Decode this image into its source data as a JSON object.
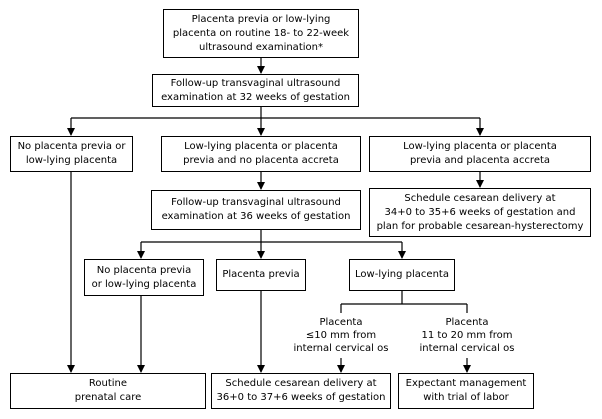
{
  "nodes": {
    "start": "Placenta previa or low-lying\nplacenta on routine 18- to 22-week\nultrasound examination*",
    "tvus32": "Follow-up transvaginal ultrasound\nexamination at 32 weeks of gestation",
    "no_previa_32": "No placenta previa or\nlow-lying placenta",
    "lowlying_no_accreta": "Low-lying placenta or placenta\nprevia and no placenta accreta",
    "lowlying_accreta": "Low-lying placenta or placenta\nprevia and placenta accreta",
    "tvus36": "Follow-up transvaginal ultrasound\nexamination at 36 weeks of gestation",
    "schedule_accreta": "Schedule cesarean delivery at\n34+0 to 35+6 weeks of gestation and\nplan for probable cesarean-hysterectomy",
    "no_previa_36": "No placenta previa\nor low-lying placenta",
    "previa_36": "Placenta previa",
    "lowlying_36": "Low-lying placenta",
    "routine": "Routine\nprenatal care",
    "schedule_previa": "Schedule cesarean delivery at\n36+0 to 37+6 weeks of gestation",
    "expectant": "Expectant management\nwith trial of labor"
  },
  "labels": {
    "le10": "Placenta\n≤10 mm from\ninternal cervical os",
    "mm11_20": "Placenta\n11 to 20 mm from\ninternal cervical os"
  }
}
